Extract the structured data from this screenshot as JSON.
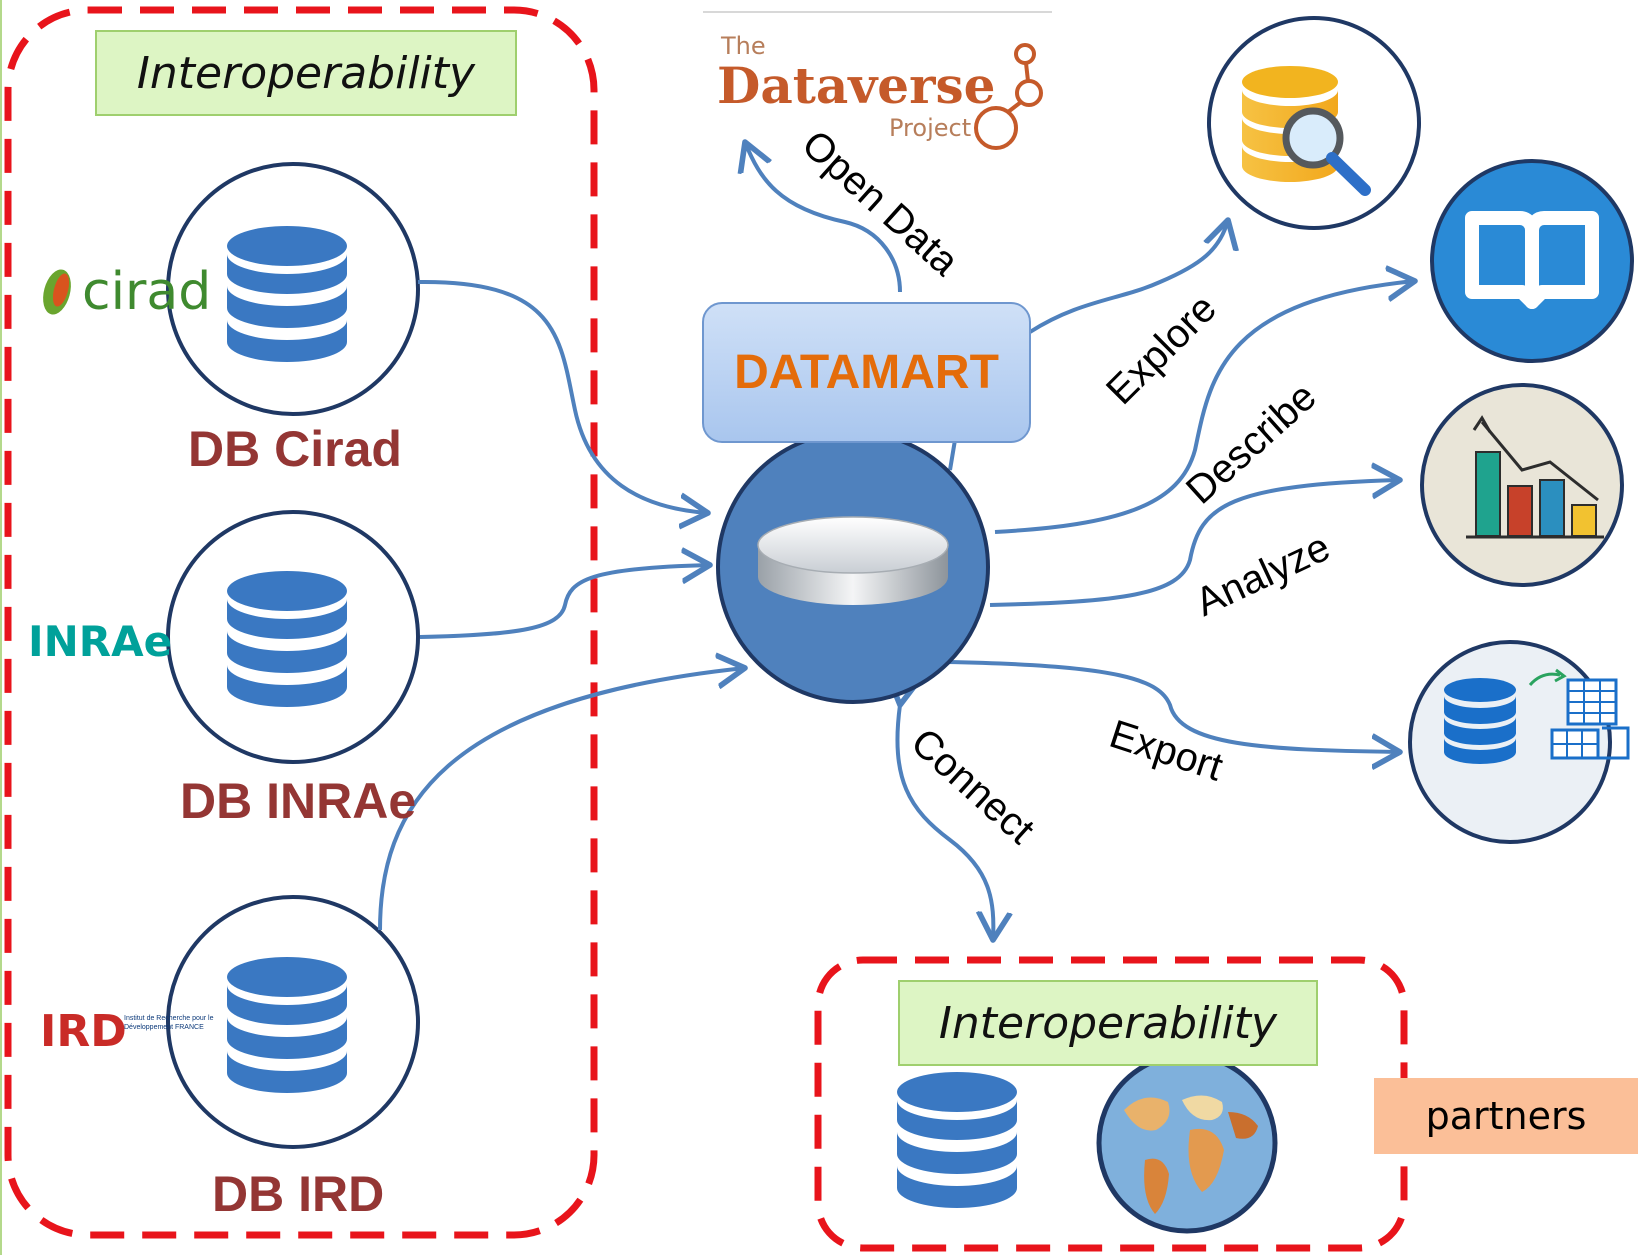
{
  "groups": {
    "left_label": "Interoperability",
    "bottom_label": "Interoperability",
    "partners_label": "partners"
  },
  "sources": [
    {
      "name": "DB Cirad",
      "logo": "cirad"
    },
    {
      "name": "DB INRAe",
      "logo": "INRAe"
    },
    {
      "name": "DB IRD",
      "logo": "IRD",
      "logo_caption": "Institut de Recherche pour le Développement FRANCE"
    }
  ],
  "hub": {
    "label": "DATAMART",
    "icon": "database-disk-icon"
  },
  "dataverse": {
    "the": "The",
    "name": "Dataverse",
    "project": "Project"
  },
  "flows": {
    "open_data": "Open Data",
    "explore": "Explore",
    "describe": "Describe",
    "analyze": "Analyze",
    "export": "Export",
    "connect": "Connect"
  },
  "outputs": [
    {
      "icon": "database-search-icon"
    },
    {
      "icon": "book-icon"
    },
    {
      "icon": "bar-chart-icon"
    },
    {
      "icon": "export-table-icon"
    }
  ],
  "partner_icons": [
    "database-icon",
    "world-map-icon"
  ],
  "colors": {
    "dash_red": "#e8141b",
    "arrow_blue": "#4f81bd",
    "db_blue": "#3a78c2",
    "hub_blue": "#4f81bd",
    "db_name": "#943634",
    "datamart_orange": "#e46c0a",
    "label_green": "#ddf5c4",
    "partners_orange": "#fbbf98"
  }
}
